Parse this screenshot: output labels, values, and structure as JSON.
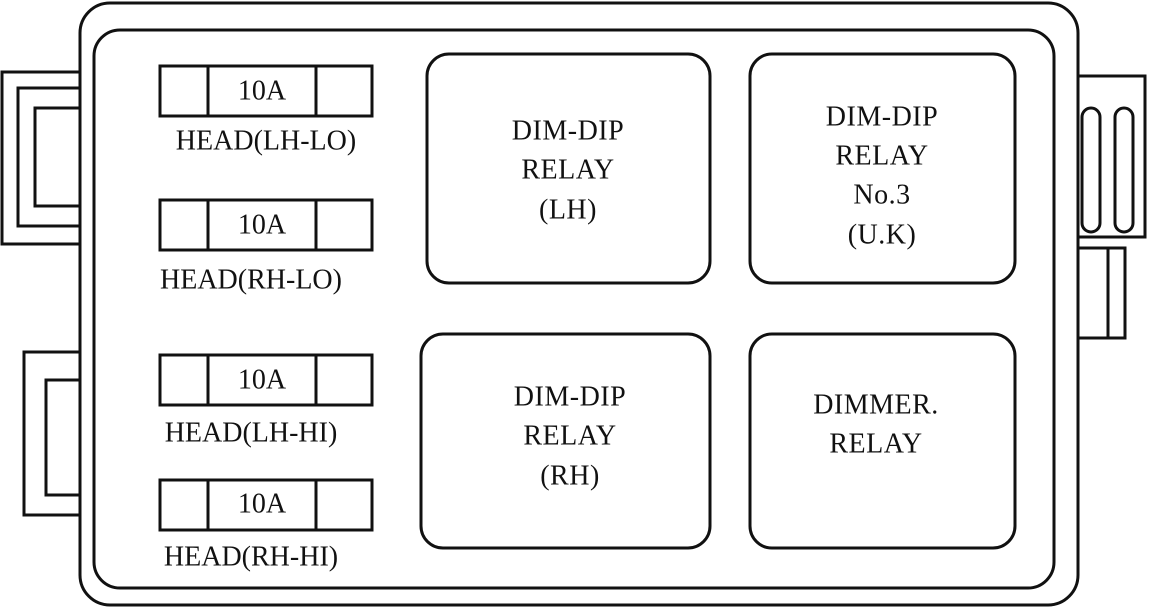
{
  "fuses": [
    {
      "value": "10A",
      "name": "HEAD(LH-LO)"
    },
    {
      "value": "10A",
      "name": "HEAD(RH-LO)"
    },
    {
      "value": "10A",
      "name": "HEAD(LH-HI)"
    },
    {
      "value": "10A",
      "name": "HEAD(RH-HI)"
    }
  ],
  "relays": [
    {
      "lines": [
        "DIM-DIP",
        "RELAY",
        "(LH)"
      ]
    },
    {
      "lines": [
        "DIM-DIP",
        "RELAY",
        "No.3",
        "(U.K)"
      ]
    },
    {
      "lines": [
        "DIM-DIP",
        "RELAY",
        "(RH)"
      ]
    },
    {
      "lines": [
        "DIMMER.",
        "RELAY"
      ]
    }
  ]
}
